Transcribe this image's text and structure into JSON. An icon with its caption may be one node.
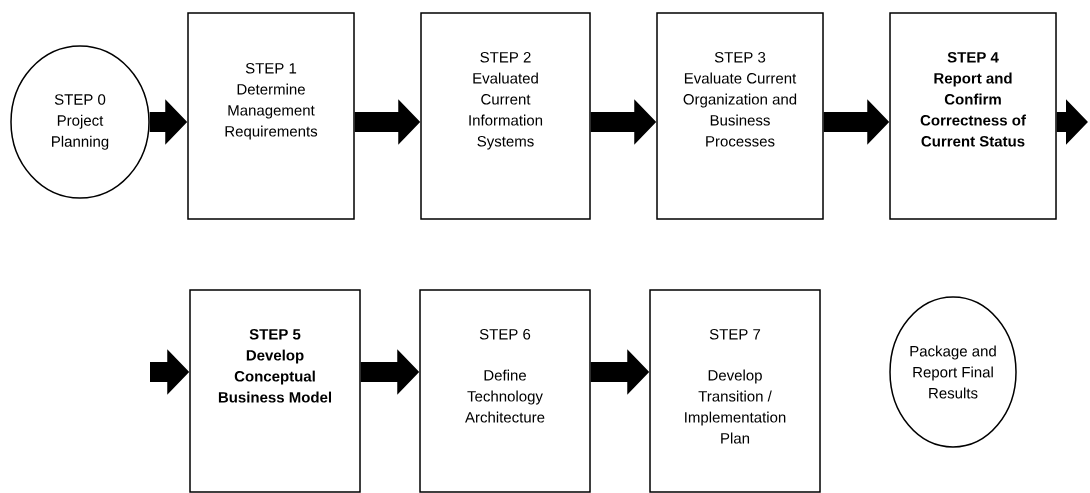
{
  "diagram": {
    "nodes": [
      {
        "text": [
          "STEP 0",
          "Project Planning"
        ]
      },
      {
        "text": [
          "STEP 1",
          "Determine Management Requirements"
        ]
      },
      {
        "text": [
          "STEP 2",
          "Evaluated Current Information Systems"
        ]
      },
      {
        "text": [
          "STEP 3",
          "Evaluate Current Organization and Business Processes"
        ]
      },
      {
        "text": [
          "STEP 4",
          "Report and Confirm Correctness of Current Status"
        ]
      },
      {
        "text": [
          "STEP 5",
          "Develop Conceptual Business Model"
        ]
      },
      {
        "text": [
          "STEP 6",
          "Define Technology Architecture"
        ]
      },
      {
        "text": [
          "STEP 7",
          "Develop Transition / Implementation Plan"
        ]
      },
      {
        "text": [
          "Package and Report Final Results"
        ]
      }
    ],
    "edges": [
      {
        "from": 0,
        "to": 1,
        "arrow": "to"
      },
      {
        "from": 1,
        "to": 2,
        "arrow": "to"
      },
      {
        "from": 2,
        "to": 3,
        "arrow": "to"
      },
      {
        "from": 3,
        "to": 4,
        "arrow": "to"
      },
      {
        "from": 4,
        "to": null,
        "arrow": "to"
      },
      {
        "from": null,
        "to": 5,
        "arrow": "to"
      },
      {
        "from": 5,
        "to": 6,
        "arrow": "to"
      },
      {
        "from": 6,
        "to": 7,
        "arrow": "to"
      }
    ]
  }
}
